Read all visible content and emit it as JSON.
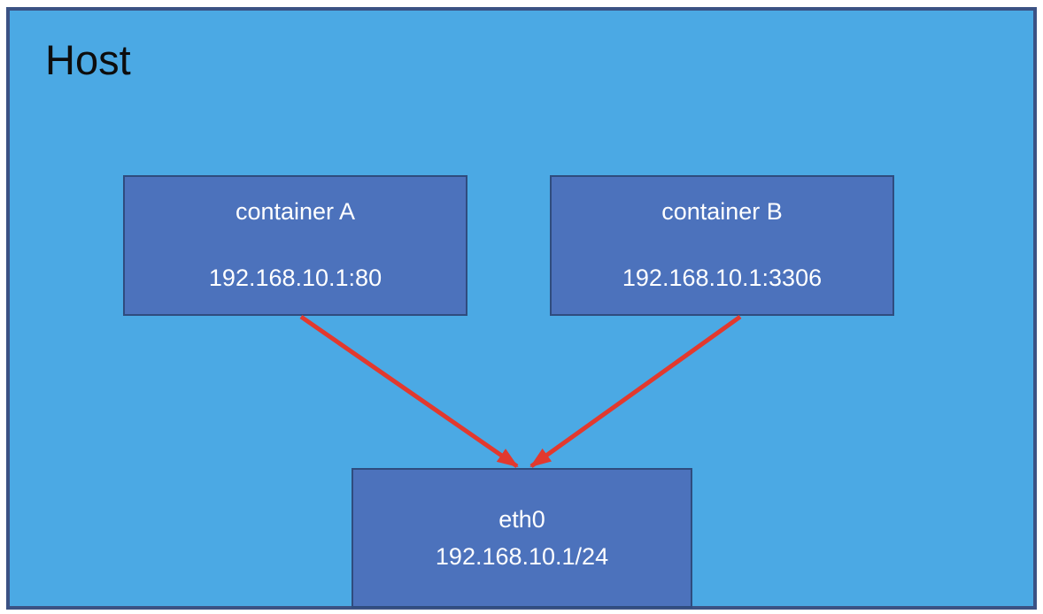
{
  "diagram": {
    "host": {
      "label": "Host"
    },
    "nodes": [
      {
        "id": "container-a",
        "title": "container A",
        "address": "192.168.10.1:80"
      },
      {
        "id": "container-b",
        "title": "container B",
        "address": "192.168.10.1:3306"
      },
      {
        "id": "eth0",
        "title": "eth0",
        "address": "192.168.10.1/24"
      }
    ],
    "edges": [
      {
        "from": "container-a",
        "to": "eth0"
      },
      {
        "from": "container-b",
        "to": "eth0"
      }
    ]
  },
  "colors": {
    "page_bg": "#FFFFFF",
    "host_fill": "#4BA9E4",
    "host_border": "#3B5284",
    "node_fill": "#4C72BC",
    "node_border": "#2F4C7E",
    "arrow": "#E2392E",
    "node_text": "#FFFFFF",
    "host_text": "#0D0D0D"
  }
}
